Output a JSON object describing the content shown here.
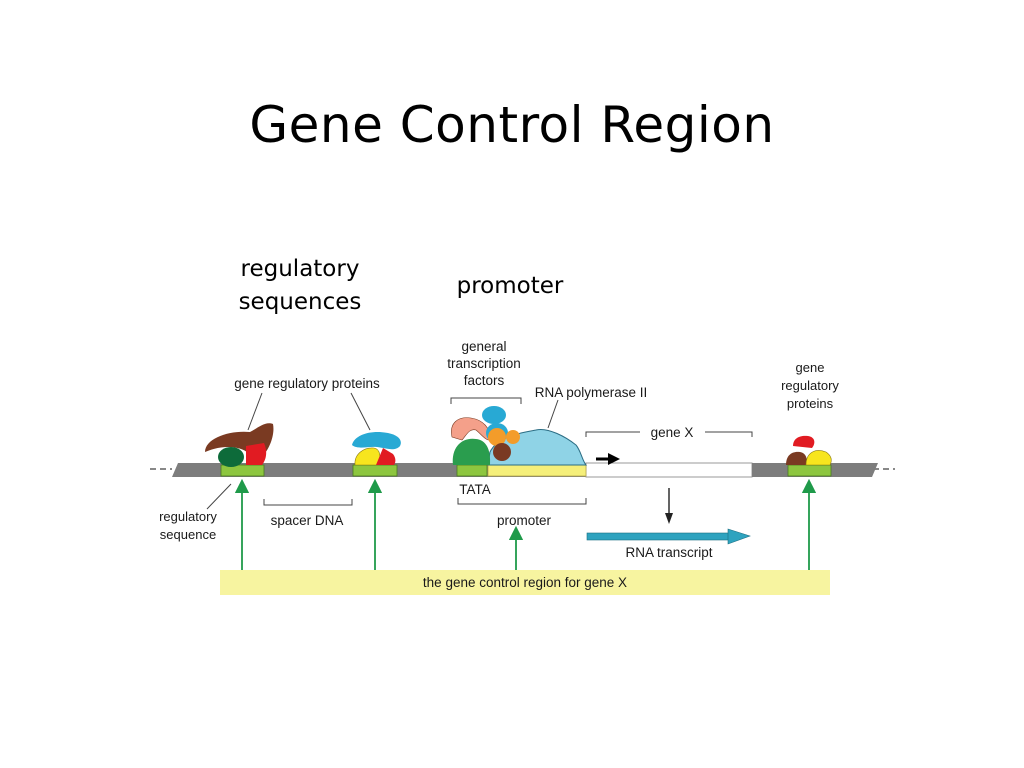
{
  "slide": {
    "title": "Gene Control Region",
    "label_regulatory": [
      "regulatory",
      "sequences"
    ],
    "label_promoter": "promoter"
  },
  "diagram": {
    "gene_regulatory_proteins_top": "gene regulatory proteins",
    "general_tf": [
      "general",
      "transcription",
      "factors"
    ],
    "rna_pol": "RNA polymerase II",
    "gene_x": "gene X",
    "gene_reg_right": [
      "gene",
      "regulatory",
      "proteins"
    ],
    "regulatory_sequence": [
      "regulatory",
      "sequence"
    ],
    "spacer_dna": "spacer DNA",
    "tata": "TATA",
    "promoter_small": "promoter",
    "rna_transcript": "RNA transcript",
    "control_region": "the gene control region for gene X"
  }
}
